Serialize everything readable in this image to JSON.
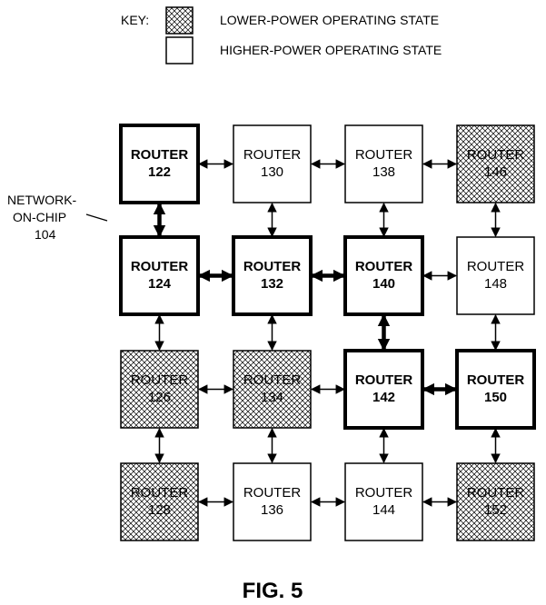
{
  "key": {
    "label": "KEY:",
    "lower_power": "LOWER-POWER OPERATING STATE",
    "higher_power": "HIGHER-POWER OPERATING STATE"
  },
  "network_label": {
    "line1": "NETWORK-",
    "line2": "ON-CHIP",
    "line3": "104"
  },
  "router_word": "ROUTER",
  "routers": [
    {
      "id": "122",
      "row": 0,
      "col": 0,
      "state": "higher",
      "active": true
    },
    {
      "id": "130",
      "row": 0,
      "col": 1,
      "state": "higher",
      "active": false
    },
    {
      "id": "138",
      "row": 0,
      "col": 2,
      "state": "higher",
      "active": false
    },
    {
      "id": "146",
      "row": 0,
      "col": 3,
      "state": "lower",
      "active": false
    },
    {
      "id": "124",
      "row": 1,
      "col": 0,
      "state": "higher",
      "active": true
    },
    {
      "id": "132",
      "row": 1,
      "col": 1,
      "state": "higher",
      "active": true
    },
    {
      "id": "140",
      "row": 1,
      "col": 2,
      "state": "higher",
      "active": true
    },
    {
      "id": "148",
      "row": 1,
      "col": 3,
      "state": "higher",
      "active": false
    },
    {
      "id": "126",
      "row": 2,
      "col": 0,
      "state": "lower",
      "active": false
    },
    {
      "id": "134",
      "row": 2,
      "col": 1,
      "state": "lower",
      "active": false
    },
    {
      "id": "142",
      "row": 2,
      "col": 2,
      "state": "higher",
      "active": true
    },
    {
      "id": "150",
      "row": 2,
      "col": 3,
      "state": "higher",
      "active": true
    },
    {
      "id": "128",
      "row": 3,
      "col": 0,
      "state": "lower",
      "active": false
    },
    {
      "id": "136",
      "row": 3,
      "col": 1,
      "state": "higher",
      "active": false
    },
    {
      "id": "144",
      "row": 3,
      "col": 2,
      "state": "higher",
      "active": false
    },
    {
      "id": "152",
      "row": 3,
      "col": 3,
      "state": "lower",
      "active": false
    }
  ],
  "active_links": [
    [
      "122",
      "124"
    ],
    [
      "124",
      "132"
    ],
    [
      "132",
      "140"
    ],
    [
      "140",
      "142"
    ],
    [
      "142",
      "150"
    ]
  ],
  "figure_caption": "FIG. 5",
  "colors": {
    "line": "#000000",
    "background": "#ffffff",
    "hatch": "#000000"
  }
}
